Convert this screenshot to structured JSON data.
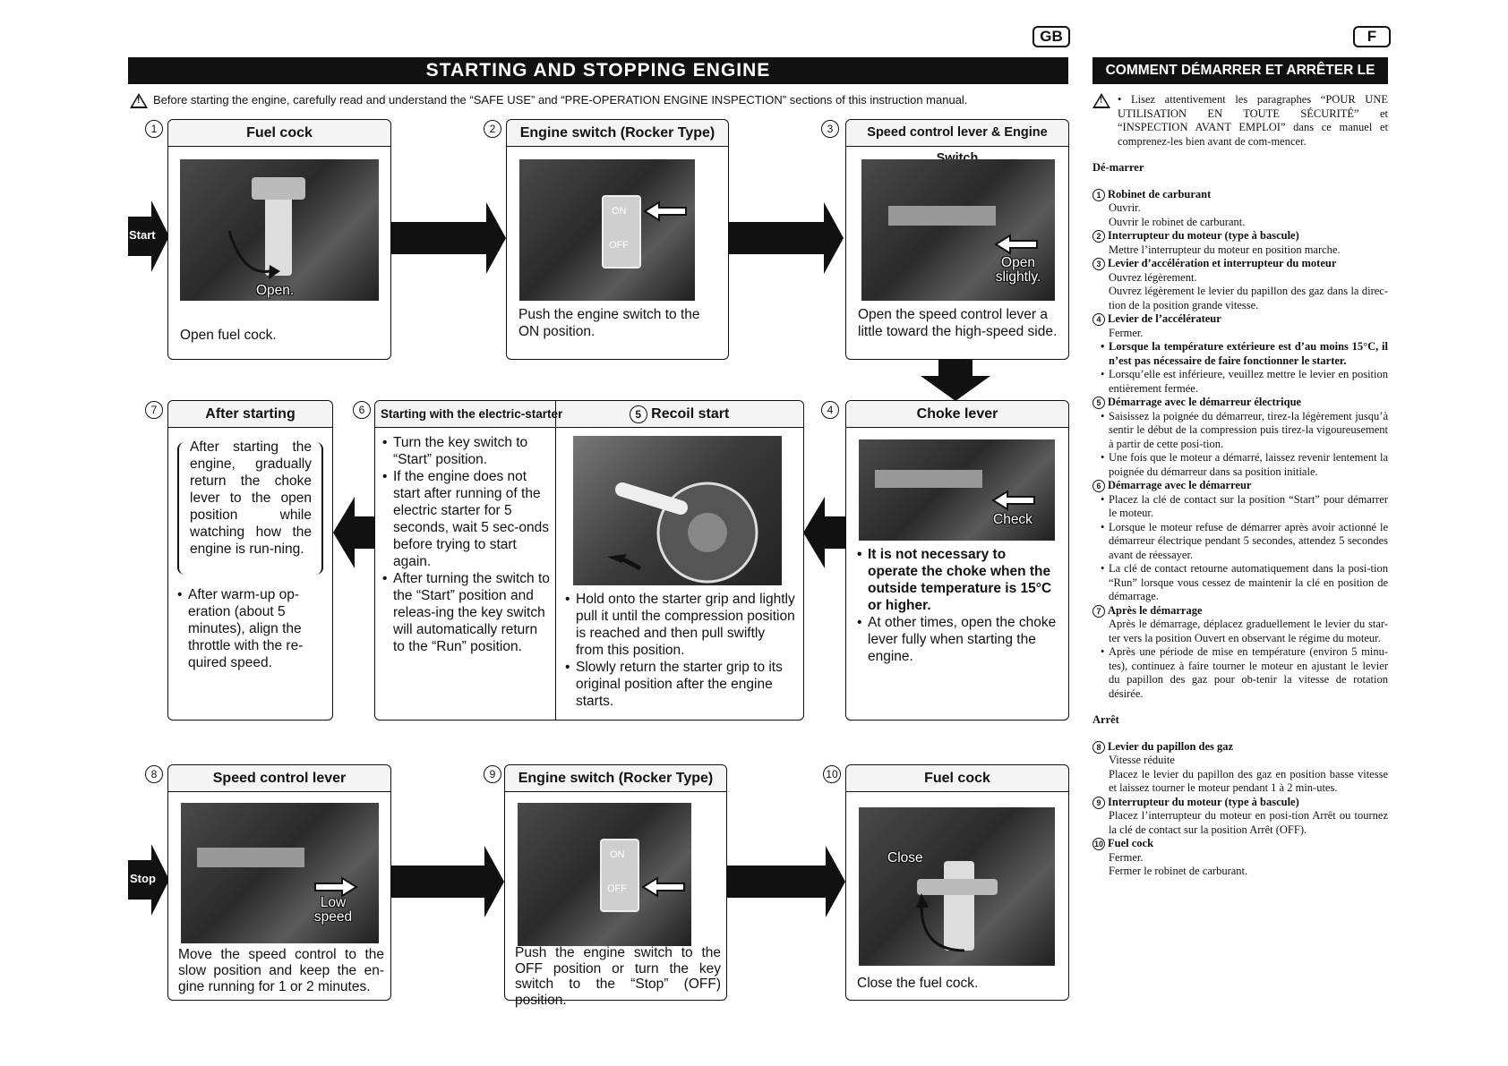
{
  "lang_gb": "GB",
  "lang_f": "F",
  "title_en": "STARTING AND STOPPING ENGINE",
  "title_fr": "COMMENT DÉMARRER ET ARRÊTER LE MOTEUR",
  "warning_en": "Before starting the engine, carefully read and understand the “SAFE USE” and “PRE-OPERATION ENGINE INSPECTION” sections of this instruction manual.",
  "start_label": "Start",
  "stop_label": "Stop",
  "steps": {
    "s1": {
      "num": "1",
      "head": "Fuel cock",
      "tag": "Open.",
      "caption": "Open fuel cock."
    },
    "s2": {
      "num": "2",
      "head": "Engine switch (Rocker Type)",
      "on": "ON",
      "off": "OFF",
      "caption": "Push the engine switch to the ON position."
    },
    "s3": {
      "num": "3",
      "head": "Speed control lever & Engine Switch",
      "tag": "Open slightly.",
      "caption": "Open the speed control lever a little toward the high-speed side."
    },
    "s4": {
      "num": "4",
      "head": "Choke lever",
      "tag": "Check",
      "bold": "It is not necessary to operate the choke when the outside temperature is 15°C or higher.",
      "normal": "At other times, open the choke lever fully when starting the engine."
    },
    "s5": {
      "num": "5",
      "head": "Recoil start",
      "b1": "Hold onto the starter grip and lightly pull it until the compression position is reached and then pull swiftly from this position.",
      "b2": "Slowly return the starter grip to its original position after the engine starts."
    },
    "s6": {
      "num": "6",
      "head": "Starting with the electric-starter",
      "b1": "Turn the key switch to “Start” position.",
      "b2": "If the engine does not start after running of the electric starter for 5 seconds, wait 5 sec-onds before trying to start again.",
      "b3": "After turning the switch to the “Start” position and releas-ing the key switch will automatically return to the “Run” position."
    },
    "s7": {
      "num": "7",
      "head": "After starting",
      "paren": "After starting the engine, gradually return the choke lever to the open position while watching how the engine is run-ning.",
      "b1": "After warm-up op-eration (about 5 minutes), align the throttle with the re-quired speed."
    },
    "s8": {
      "num": "8",
      "head": "Speed control lever",
      "tag": "Low speed",
      "caption": "Move the speed control to the slow position and keep the en-gine running for 1 or 2 minutes."
    },
    "s9": {
      "num": "9",
      "head": "Engine switch (Rocker Type)",
      "on": "ON",
      "off": "OFF",
      "caption": "Push the engine switch to the OFF position or turn the key switch to the “Stop” (OFF) position."
    },
    "s10": {
      "num": "10",
      "head": "Fuel cock",
      "tag": "Close",
      "caption": "Close the fuel cock."
    }
  },
  "fr": {
    "warning": "Lisez attentivement les paragraphes “POUR UNE UTILISATION EN TOUTE SÉCURITÉ” et “INSPECTION AVANT EMPLOI” dans ce manuel et comprenez-les bien avant de com-mencer.",
    "demarrer": "Dé-marrer",
    "i1h": "Robinet de carburant",
    "i1a": "Ouvrir.",
    "i1b": "Ouvrir le robinet de carburant.",
    "i2h": "Interrupteur du moteur (type à bascule)",
    "i2a": "Mettre l’interrupteur du moteur en position marche.",
    "i3h": "Levier d’accélération et interrupteur du moteur",
    "i3a": "Ouvrez légèrement.",
    "i3b": "Ouvrez légèrement le levier du papillon des gaz dans la direc-tion de la position grande vitesse.",
    "i4h": "Levier de l’accélérateur",
    "i4a": "Fermer.",
    "i4b": "Lorsque la température extérieure est d’au moins 15°C, il n’est pas nécessaire de faire fonctionner le starter.",
    "i4c": "Lorsqu’elle est inférieure, veuillez mettre le levier en position entièrement fermée.",
    "i5h": "Démarrage avec le démarreur électrique",
    "i5a": "Saisissez la poignée du démarreur, tirez-la légèrement jusqu’à sentir le début de la compression puis tirez-la vigoureusement à partir de cette posi-tion.",
    "i5b": "Une fois que le moteur a démarré, laissez revenir lentement la poignée du démarreur dans sa position initiale.",
    "i6h": "Démarrage avec le démarreur",
    "i6a": "Placez la clé de contact sur la position “Start” pour démarrer le moteur.",
    "i6b": "Lorsque le moteur refuse de démarrer après avoir actionné le démarreur électrique pendant 5 secondes, attendez 5 secondes avant de réessayer.",
    "i6c": "La clé de contact retourne automatiquement dans la posi-tion “Run” lorsque vous cessez de maintenir la clé en position de démarrage.",
    "i7h": "Après le démarrage",
    "i7a": "Après le démarrage, déplacez graduellement le levier du star-ter vers la position Ouvert en observant le régime du moteur.",
    "i7b": "Après une période de mise en température (environ 5 minu-tes), continuez à faire tourner le moteur en ajustant le levier du papillon des gaz pour ob-tenir la vitesse de rotation désirée.",
    "arret": "Arrêt",
    "i8h": "Levier du papillon des gaz",
    "i8a": "Vitesse réduite",
    "i8b": "Placez le levier du papillon des gaz en position basse vitesse et laissez tourner le moteur pendant 1 à 2 min-utes.",
    "i9h": "Interrupteur du moteur (type à bascule)",
    "i9a": "Placez l’interrupteur du moteur en posi-tion Arrêt ou tournez la clé de contact sur la position Arrêt (OFF).",
    "i10h": "Fuel cock",
    "i10a": "Fermer.",
    "i10b": "Fermer le robinet de carburant."
  }
}
